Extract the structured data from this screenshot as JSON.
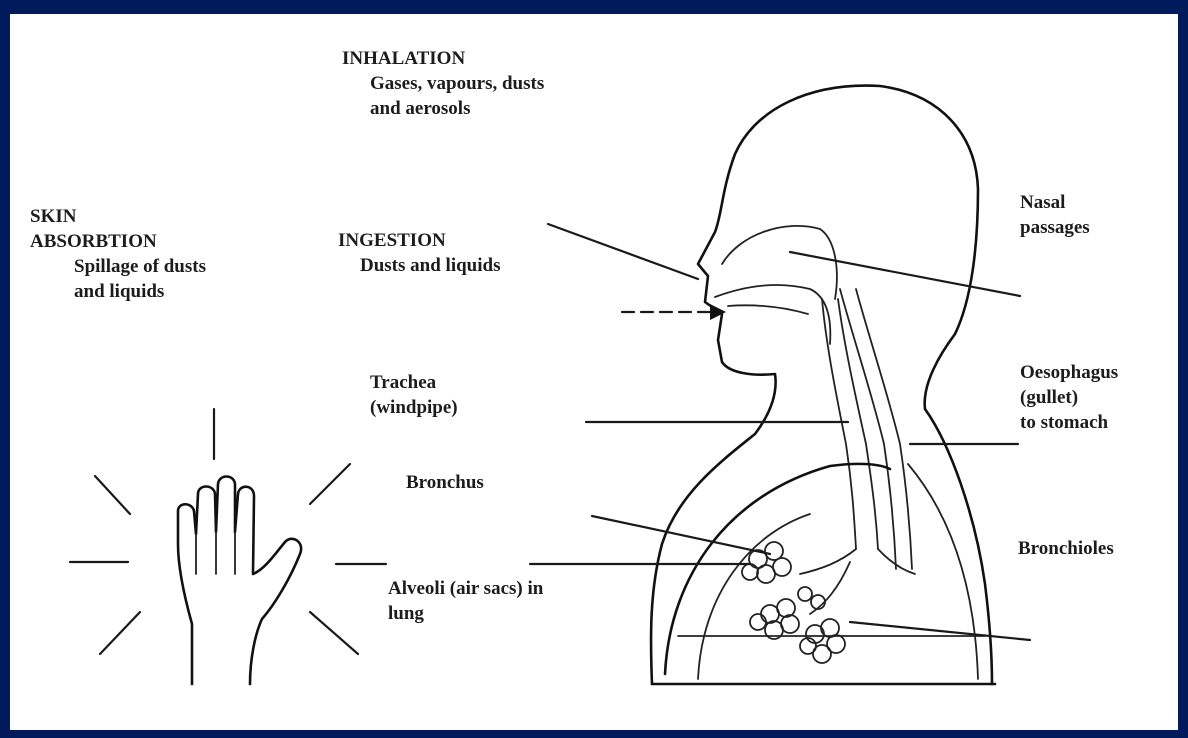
{
  "labels": {
    "inhalation": {
      "title": "INHALATION",
      "line1": "Gases, vapours, dusts",
      "line2": "and aerosols"
    },
    "skin": {
      "title1": "SKIN",
      "title2": "ABSORBTION",
      "line1": "Spillage of dusts",
      "line2": "and liquids"
    },
    "ingestion": {
      "title": "INGESTION",
      "line1": "Dusts and liquids"
    },
    "nasal": {
      "line1": "Nasal",
      "line2": "passages"
    },
    "trachea": {
      "line1": "Trachea",
      "line2": "(windpipe)"
    },
    "oesophagus": {
      "line1": "Oesophagus",
      "line2": "(gullet)",
      "line3": "to stomach"
    },
    "bronchus": {
      "line1": "Bronchus"
    },
    "bronchioles": {
      "line1": "Bronchioles"
    },
    "alveoli": {
      "line1": "Alveoli (air sacs) in",
      "line2": "lung"
    }
  },
  "colors": {
    "border": "#001a5c",
    "background": "#ffffff",
    "ink": "#111111"
  },
  "icons": [
    "hand-icon",
    "head-torso-outline"
  ]
}
